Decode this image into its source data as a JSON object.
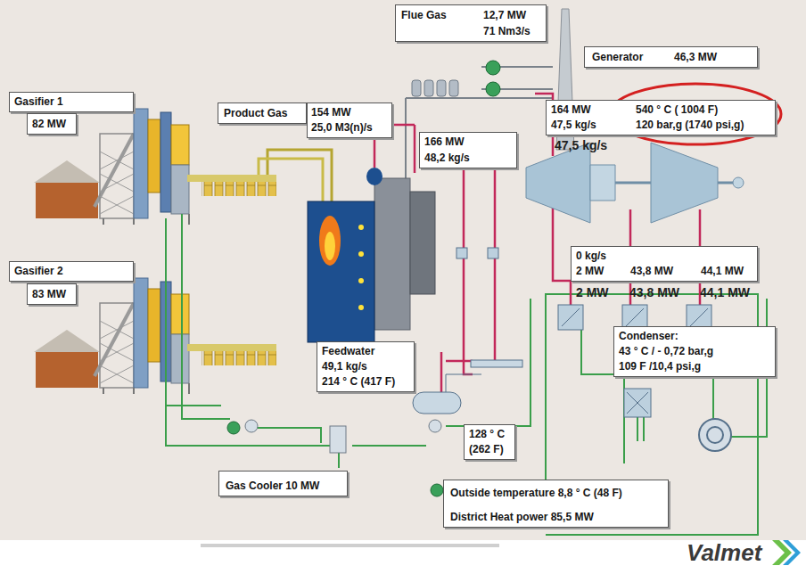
{
  "diagram": {
    "nodes": [
      {
        "text": [
          "Flue Gas",
          "12,7 MW",
          "71 Nm3/s"
        ]
      },
      {
        "text": [
          "Generator",
          "46,3 MW"
        ]
      },
      {
        "text": [
          "Gasifier 1"
        ]
      },
      {
        "text": [
          "82 MW"
        ]
      },
      {
        "text": [
          "Product Gas"
        ]
      },
      {
        "text": [
          "154 MW",
          "25,0 M3(n)/s"
        ]
      },
      {
        "text": [
          "164 MW",
          "47,5 kg/s",
          "540 ° C ( 1004 F)",
          "120 bar,g (1740 psi,g)"
        ]
      },
      {
        "text": [
          "166 MW",
          "48,2 kg/s"
        ]
      },
      {
        "text": [
          "Gasifier 2"
        ]
      },
      {
        "text": [
          "83 MW"
        ]
      },
      {
        "text": [
          "0 kg/s",
          "2 MW",
          "43,8 MW",
          "44,1 MW"
        ]
      },
      {
        "text": [
          "Condenser:",
          "43 ° C / - 0,72 bar,g",
          "109 F /10,4 psi,g"
        ]
      },
      {
        "text": [
          "Feedwater",
          "49,1 kg/s",
          "214 ° C (417 F)"
        ]
      },
      {
        "text": [
          "128 ° C",
          "(262 F)"
        ]
      },
      {
        "text": [
          "Gas Cooler 10 MW"
        ]
      },
      {
        "text": [
          "Outside temperature 8,8 ° C (48 F)",
          "District Heat power 85,5 MW"
        ]
      }
    ],
    "labels": [
      "47,5 kg/s",
      "2 MW",
      "43,8 MW",
      "44,1 MW",
      "Valmet"
    ]
  }
}
